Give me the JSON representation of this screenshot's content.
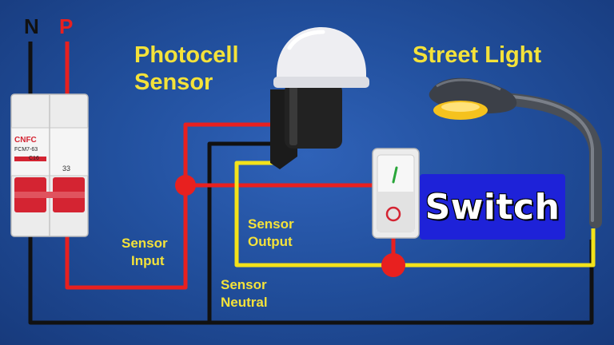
{
  "labels": {
    "neutral_terminal": "N",
    "phase_terminal": "P",
    "photocell_line1": "Photocell",
    "photocell_line2": "Sensor",
    "street_light": "Street Light",
    "switch": "Switch",
    "sensor_input_line1": "Sensor",
    "sensor_input_line2": "Input",
    "sensor_output_line1": "Sensor",
    "sensor_output_line2": "Output",
    "sensor_neutral_line1": "Sensor",
    "sensor_neutral_line2": "Neutral"
  },
  "breaker": {
    "brand": "CNFC",
    "model": "FCM7-63",
    "rating": "C16",
    "pole_mark": "33"
  },
  "colors": {
    "background": "#22509e",
    "phase_wire": "#e8201f",
    "neutral_wire": "#111111",
    "output_wire": "#f3e21a",
    "label_text": "#f4e23a",
    "switch_badge": "#1e22d8",
    "lamp_glow": "#f5c21e"
  }
}
